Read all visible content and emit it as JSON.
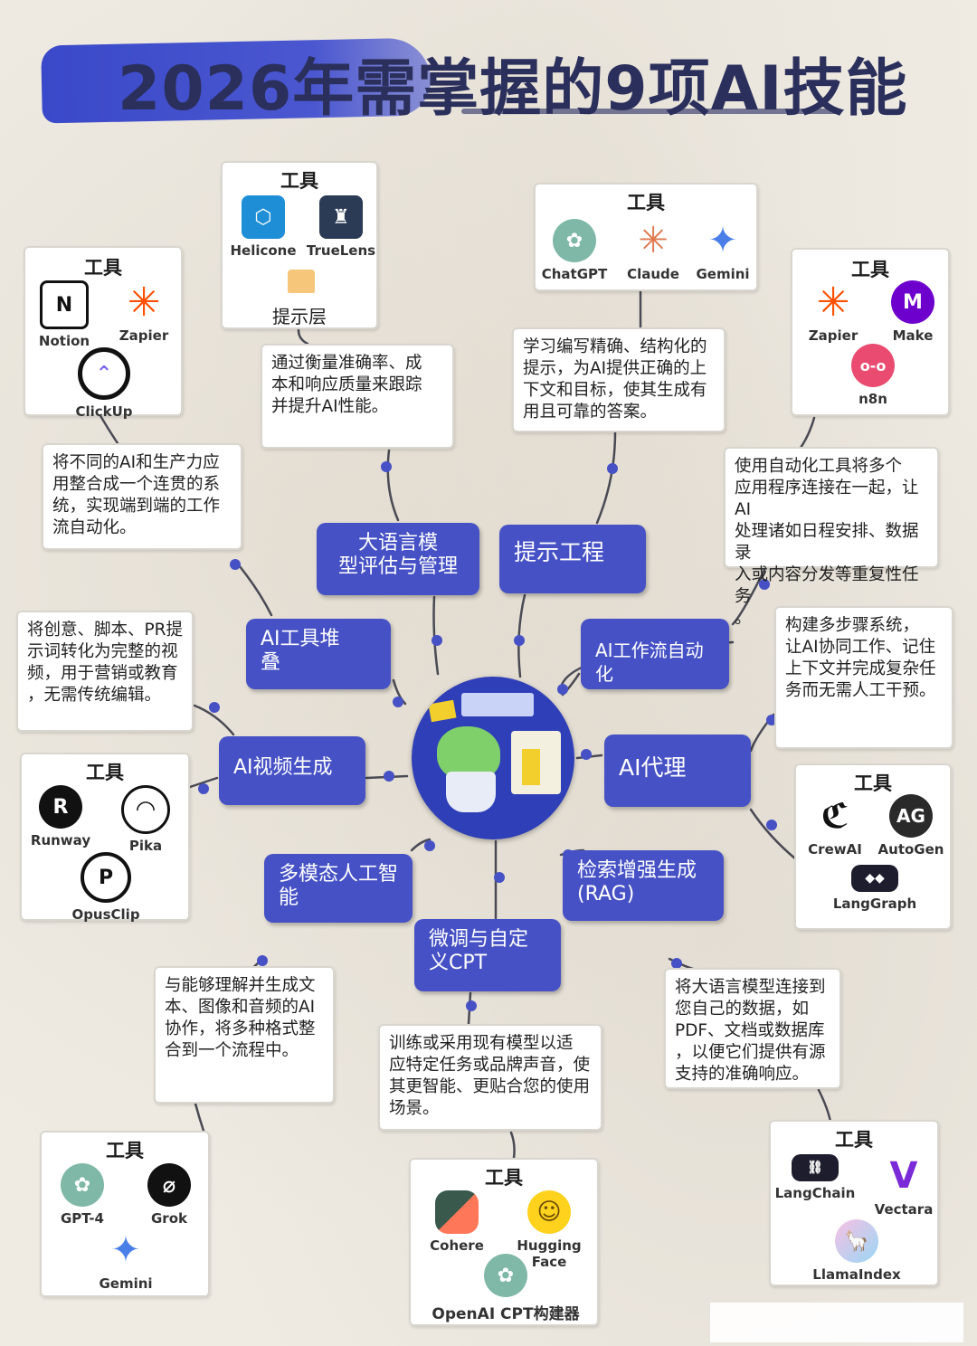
{
  "title": "2026年需掌握的9项AI技能",
  "center_icon": "ai-brain-illustration",
  "nodes": {
    "llm_eval": "大语言模\n型评估与管理",
    "prompt": "提示工程",
    "toolstack": "AI工具堆\n叠",
    "workflow": "AI工作流自动化",
    "video": "AI视频生成",
    "agent": "AI代理",
    "multimodal": "多模态人工智\n能",
    "finetune": "微调与自定\n义CPT",
    "rag": "检索增强生成\n(RAG)"
  },
  "descriptions": {
    "llm_eval": "通过衡量准确率、成\n本和响应质量来跟踪\n并提升AI性能。",
    "prompt": "学习编写精确、结构化的\n提示，为AI提供正确的上\n下文和目标，使其生成有\n用且可靠的答案。",
    "toolstack": "将不同的AI和生产力应\n用整合成一个连贯的系\n统，实现端到端的工作\n流自动化。",
    "workflow": "使用自动化工具将多个\n应用程序连接在一起，让AI\n处理诸如日程安排、数据录\n入或内容分发等重复性任务\n。",
    "video": "将创意、脚本、PR提\n示词转化为完整的视\n频，用于营销或教育\n，无需传统编辑。",
    "agent": "构建多步骤系统，\n让AI协同工作、记住\n上下文并完成复杂任\n务而无需人工干预。",
    "multimodal": "与能够理解并生成文\n本、图像和音频的AI\n协作，将多种格式整\n合到一个流程中。",
    "finetune": "训练或采用现有模型以适\n应特定任务或品牌声音，使\n其更智能、更贴合您的使用\n场景。",
    "rag": "将大语言模型连接到\n您自己的数据，如\nPDF、文档或数据库\n，以便它们提供有源\n支持的准确响应。"
  },
  "tools": {
    "label": "工具",
    "prompt_layer": "提示层",
    "llm_eval": [
      {
        "name": "Helicone",
        "icon": "helicone-icon"
      },
      {
        "name": "TrueLens",
        "icon": "truelens-icon"
      }
    ],
    "prompt": [
      {
        "name": "ChatGPT",
        "icon": "chatgpt-icon"
      },
      {
        "name": "Claude",
        "icon": "claude-icon"
      },
      {
        "name": "Gemini",
        "icon": "gemini-icon"
      }
    ],
    "toolstack": [
      {
        "name": "Notion",
        "icon": "notion-icon"
      },
      {
        "name": "Zapier",
        "icon": "zapier-icon"
      },
      {
        "name": "ClickUp",
        "icon": "clickup-icon"
      }
    ],
    "workflow": [
      {
        "name": "Zapier",
        "icon": "zapier-icon"
      },
      {
        "name": "Make",
        "icon": "make-icon"
      },
      {
        "name": "n8n",
        "icon": "n8n-icon"
      }
    ],
    "video": [
      {
        "name": "Runway",
        "icon": "runway-icon"
      },
      {
        "name": "Pika",
        "icon": "pika-icon"
      },
      {
        "name": "OpusClip",
        "icon": "opusclip-icon"
      }
    ],
    "agent": [
      {
        "name": "CrewAI",
        "icon": "crewai-icon"
      },
      {
        "name": "AutoGen",
        "icon": "autogen-icon"
      },
      {
        "name": "LangGraph",
        "icon": "langgraph-icon"
      }
    ],
    "multimodal": [
      {
        "name": "GPT-4",
        "icon": "gpt4-icon"
      },
      {
        "name": "Grok",
        "icon": "grok-icon"
      },
      {
        "name": "Gemini",
        "icon": "gemini-icon"
      }
    ],
    "finetune": [
      {
        "name": "Cohere",
        "icon": "cohere-icon"
      },
      {
        "name": "Hugging Face",
        "icon": "huggingface-icon"
      },
      {
        "name": "OpenAI CPT构建器",
        "icon": "openai-icon"
      }
    ],
    "rag": [
      {
        "name": "LangChain",
        "icon": "langchain-icon"
      },
      {
        "name": "Vectara",
        "icon": "vectara-icon"
      },
      {
        "name": "LlamaIndex",
        "icon": "llamaindex-icon"
      }
    ]
  },
  "colors": {
    "node_blue": "#4651c5",
    "title_brush": "#3a49c9",
    "connector": "#4a4a55",
    "dot": "#4651c5"
  }
}
